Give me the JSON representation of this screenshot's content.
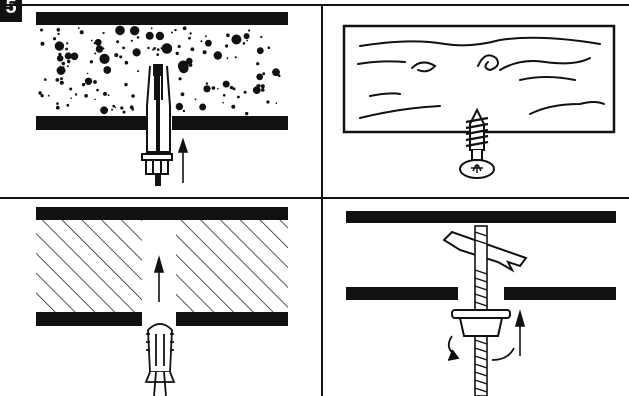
{
  "step": {
    "number": "5"
  },
  "panels": [
    {
      "id": "anchor-bolt-in-porous-wall",
      "icon": "expansion-anchor-bolt-icon"
    },
    {
      "id": "screw-in-wood-board",
      "icon": "wood-screw-icon"
    },
    {
      "id": "plastic-plug-in-solid-wall",
      "icon": "wall-plug-icon"
    },
    {
      "id": "toggle-bolt-in-hollow-wall",
      "icon": "toggle-bolt-icon"
    }
  ],
  "colors": {
    "ink": "#111111",
    "paper": "#ffffff"
  }
}
